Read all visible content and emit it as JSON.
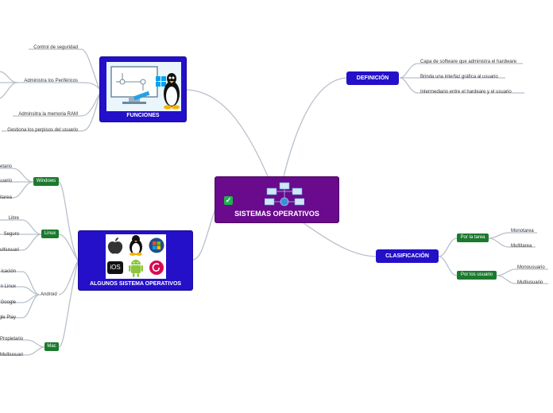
{
  "central": {
    "title": "SISTEMAS OPERATIVOS",
    "icon": "network-icon",
    "check_icon": "checkmark-icon"
  },
  "funciones": {
    "title": "FUNCIONES",
    "image_icons": [
      "monitor-icon",
      "windows-logo-icon",
      "tux-penguin-icon"
    ],
    "items": [
      "Control de seguridad",
      "Administra los Periféricos",
      "Adminsitra la memoria RAM",
      "Gestiona los perpisos del usuario"
    ]
  },
  "definicion": {
    "title": "DEFINICIÓN",
    "items": [
      "Capa de software que administra el hardware",
      "Brinda una interfaz gráfica al usuario",
      "Intermediario entre el hardeare  y el usuario"
    ]
  },
  "clasificacion": {
    "title": "CLASIFICACIÓN",
    "groups": [
      {
        "label": "Por la tarea",
        "items": [
          "Monotarea",
          "Multitarea"
        ]
      },
      {
        "label": "Por los usuario",
        "items": [
          "Monousuario",
          "Multiusuario"
        ]
      }
    ]
  },
  "algunos": {
    "title": "ALGUNOS SISTEMA OPERATIVOS",
    "logos": [
      "apple-logo-icon",
      "tux-penguin-icon",
      "windows-logo-icon",
      "ios-logo-icon",
      "android-logo-icon",
      "debian-logo-icon"
    ],
    "ios_text": "iOS",
    "groups": [
      {
        "label": "Windows",
        "items": [
          "ietario",
          "suario",
          "litarea"
        ]
      },
      {
        "label": "Linux",
        "items": [
          "Libre",
          "Seguro",
          "ultiusuari"
        ]
      },
      {
        "label": "Android",
        "items": [
          "icación",
          "n Linux",
          "Google",
          "gle Play"
        ]
      },
      {
        "label": "Mac",
        "items": [
          "Propietario",
          "Multiusuari"
        ]
      }
    ]
  },
  "colors": {
    "central": "#6a0a8c",
    "topic": "#2410c9",
    "subtopic": "#1b7a2e",
    "line": "#b4bcc7"
  }
}
